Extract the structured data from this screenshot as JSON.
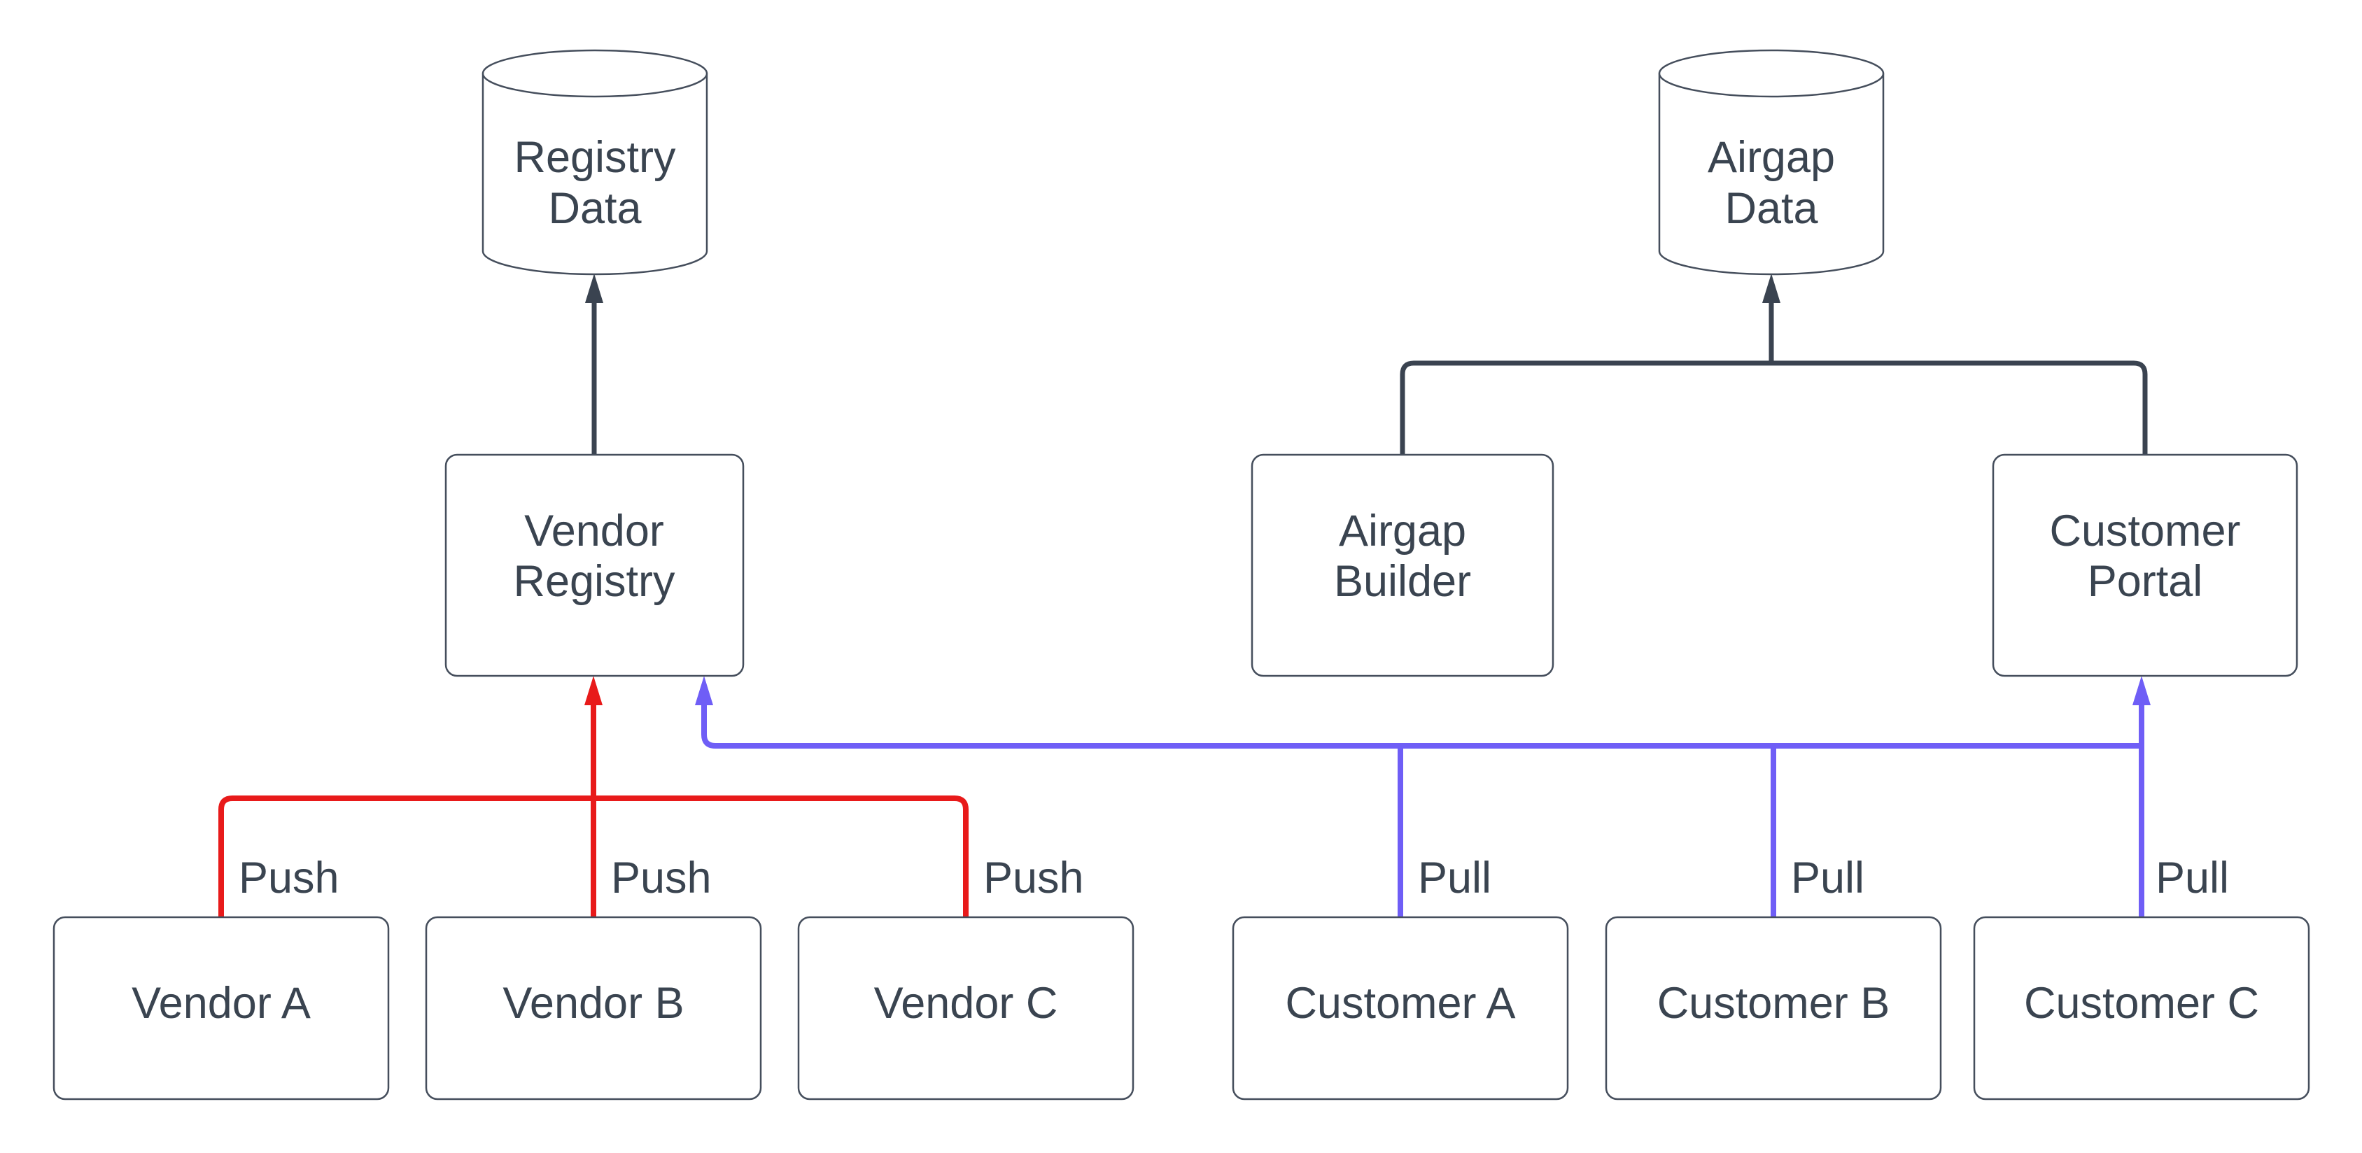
{
  "colors": {
    "background": "#ffffff",
    "node-fill": "#ffffff",
    "node-border": "#454e5c",
    "text": "#3a4450",
    "flow": "#3a4350",
    "push": "#e81a1a",
    "pull": "#6f5ef6"
  },
  "nodes": {
    "registryData": {
      "type": "database",
      "lines": [
        "Registry",
        "Data"
      ]
    },
    "airgapData": {
      "type": "database",
      "lines": [
        "Airgap",
        "Data"
      ]
    },
    "vendorRegistry": {
      "type": "process",
      "lines": [
        "Vendor",
        "Registry"
      ]
    },
    "airgapBuilder": {
      "type": "process",
      "lines": [
        "Airgap",
        "Builder"
      ]
    },
    "customerPortal": {
      "type": "process",
      "lines": [
        "Customer",
        "Portal"
      ]
    },
    "vendorA": {
      "type": "process",
      "lines": [
        "Vendor A"
      ]
    },
    "vendorB": {
      "type": "process",
      "lines": [
        "Vendor B"
      ]
    },
    "vendorC": {
      "type": "process",
      "lines": [
        "Vendor C"
      ]
    },
    "customerA": {
      "type": "process",
      "lines": [
        "Customer A"
      ]
    },
    "customerB": {
      "type": "process",
      "lines": [
        "Customer B"
      ]
    },
    "customerC": {
      "type": "process",
      "lines": [
        "Customer C"
      ]
    }
  },
  "edges": [
    {
      "from": "vendorRegistry",
      "to": "registryData",
      "label": "",
      "kind": "flow"
    },
    {
      "from": "airgapBuilder",
      "to": "airgapData",
      "label": "",
      "kind": "flow"
    },
    {
      "from": "customerPortal",
      "to": "airgapData",
      "label": "",
      "kind": "flow"
    },
    {
      "from": "vendorA",
      "to": "vendorRegistry",
      "label": "Push",
      "kind": "push"
    },
    {
      "from": "vendorB",
      "to": "vendorRegistry",
      "label": "Push",
      "kind": "push"
    },
    {
      "from": "vendorC",
      "to": "vendorRegistry",
      "label": "Push",
      "kind": "push"
    },
    {
      "from": "customerA",
      "to": "vendorRegistry",
      "label": "Pull",
      "kind": "pull"
    },
    {
      "from": "customerB",
      "to": "vendorRegistry",
      "label": "Pull",
      "kind": "pull"
    },
    {
      "from": "customerC",
      "to": "customerPortal",
      "label": "Pull",
      "kind": "pull"
    }
  ]
}
